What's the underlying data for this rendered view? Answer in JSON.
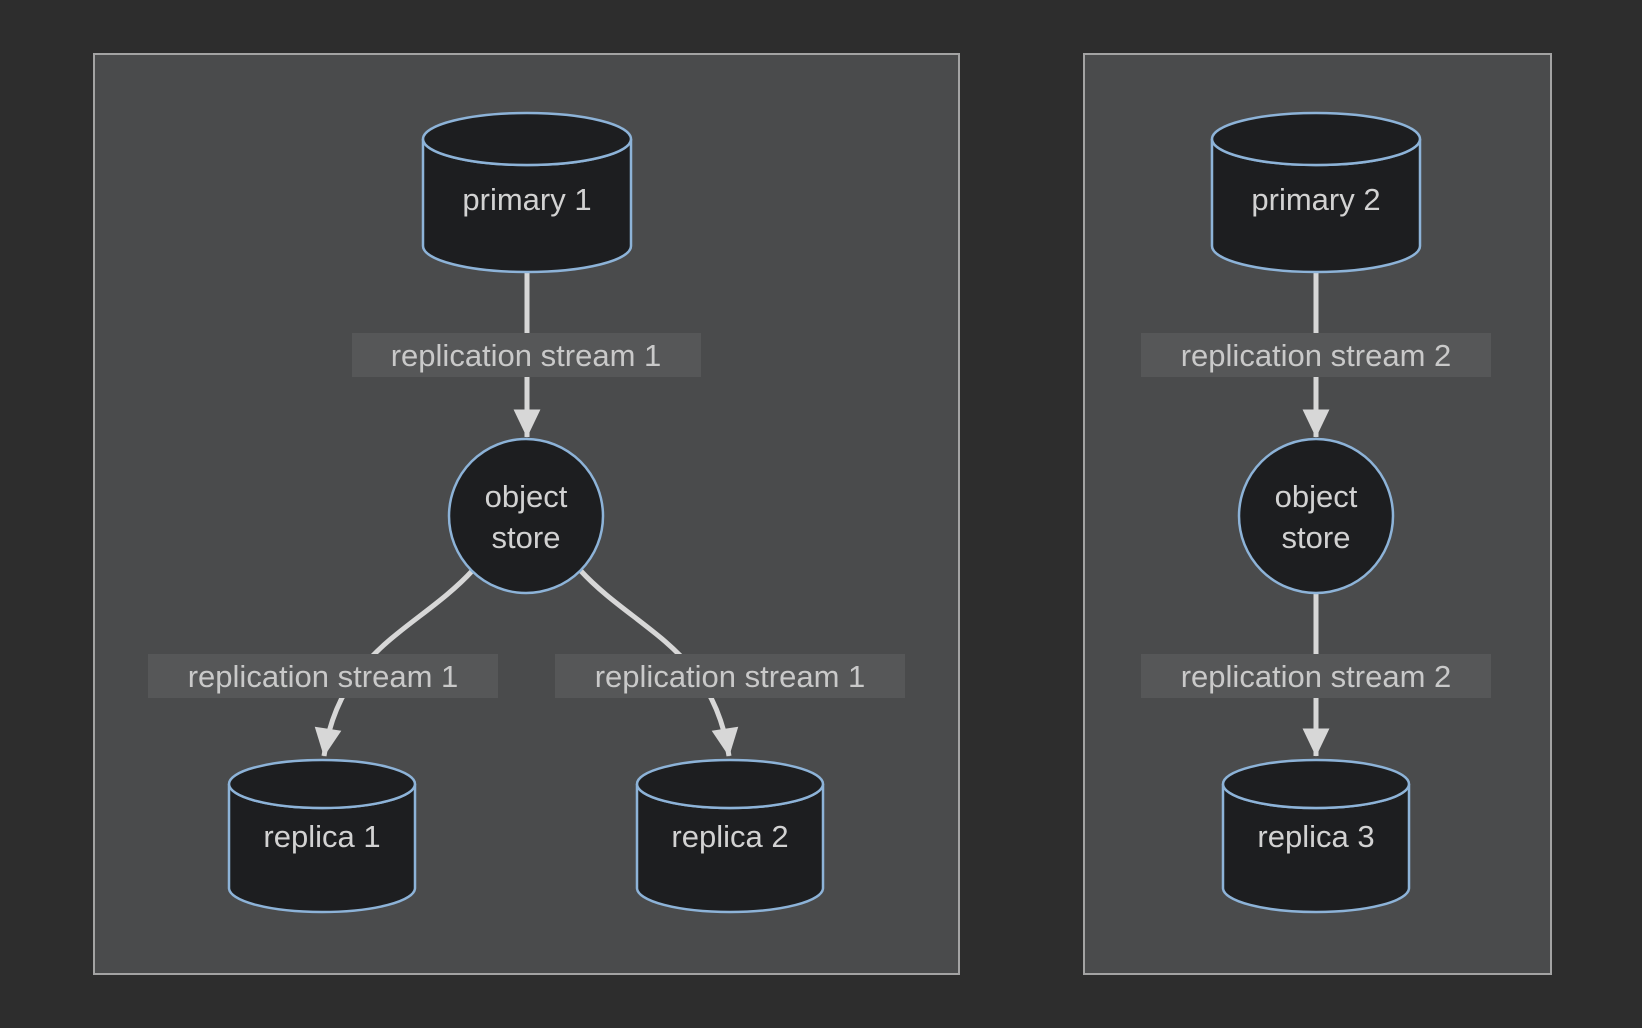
{
  "colors": {
    "page_bg": "#2d2d2d",
    "panel_bg": "#4a4b4c",
    "panel_border": "#a3a3a3",
    "node_fill": "#1d1e20",
    "node_stroke": "#8db3d8",
    "node_text": "#d2d2d2",
    "edge_color": "#d7d7d7",
    "edge_label_bg": "#565758",
    "edge_label_text": "#c9c9c9"
  },
  "diagram": {
    "cluster1": {
      "primary": "primary 1",
      "object_store_line1": "object",
      "object_store_line2": "store",
      "replica1": "replica 1",
      "replica2": "replica 2",
      "stream_label_top": "replication stream 1",
      "stream_label_left": "replication stream 1",
      "stream_label_right": "replication stream 1"
    },
    "cluster2": {
      "primary": "primary 2",
      "object_store_line1": "object",
      "object_store_line2": "store",
      "replica": "replica 3",
      "stream_label_top": "replication stream 2",
      "stream_label_bottom": "replication stream 2"
    }
  }
}
